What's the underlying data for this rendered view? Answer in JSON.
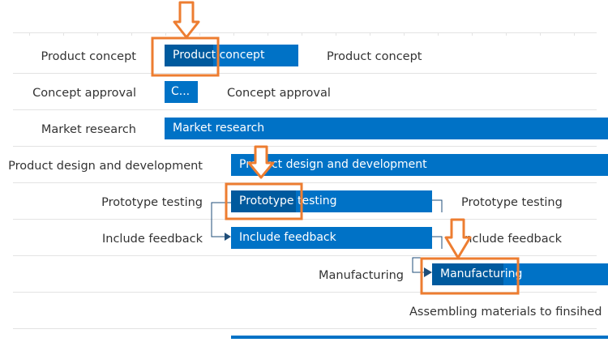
{
  "gantt": {
    "tasks": [
      {
        "label": "Product concept",
        "bar_text": "Product concept",
        "right_label": "Product concept"
      },
      {
        "label": "Concept approval",
        "bar_text": "C...",
        "right_label": "Concept approval"
      },
      {
        "label": "Market research",
        "bar_text": "Market research",
        "right_label": ""
      },
      {
        "label": "Product design and development",
        "bar_text": "Product design and development",
        "right_label": ""
      },
      {
        "label": "Prototype testing",
        "bar_text": "Prototype testing",
        "right_label": "Prototype testing"
      },
      {
        "label": "Include feedback",
        "bar_text": "Include feedback",
        "right_label": "Include feedback"
      },
      {
        "label": "Manufacturing",
        "bar_text": "Manufacturing",
        "right_label": ""
      },
      {
        "label": "",
        "bar_text": "",
        "right_label": "Assembling materials to finsihed"
      }
    ]
  },
  "colors": {
    "bar": "#0072c6",
    "bar_progress": "#005a9e",
    "highlight": "#ed7d31",
    "connector": "#1f4e79"
  },
  "icons": {
    "annotation": "down-arrow-icon",
    "highlight_box": "highlight-box",
    "dependency_arrow": "dependency-arrowhead-icon"
  }
}
